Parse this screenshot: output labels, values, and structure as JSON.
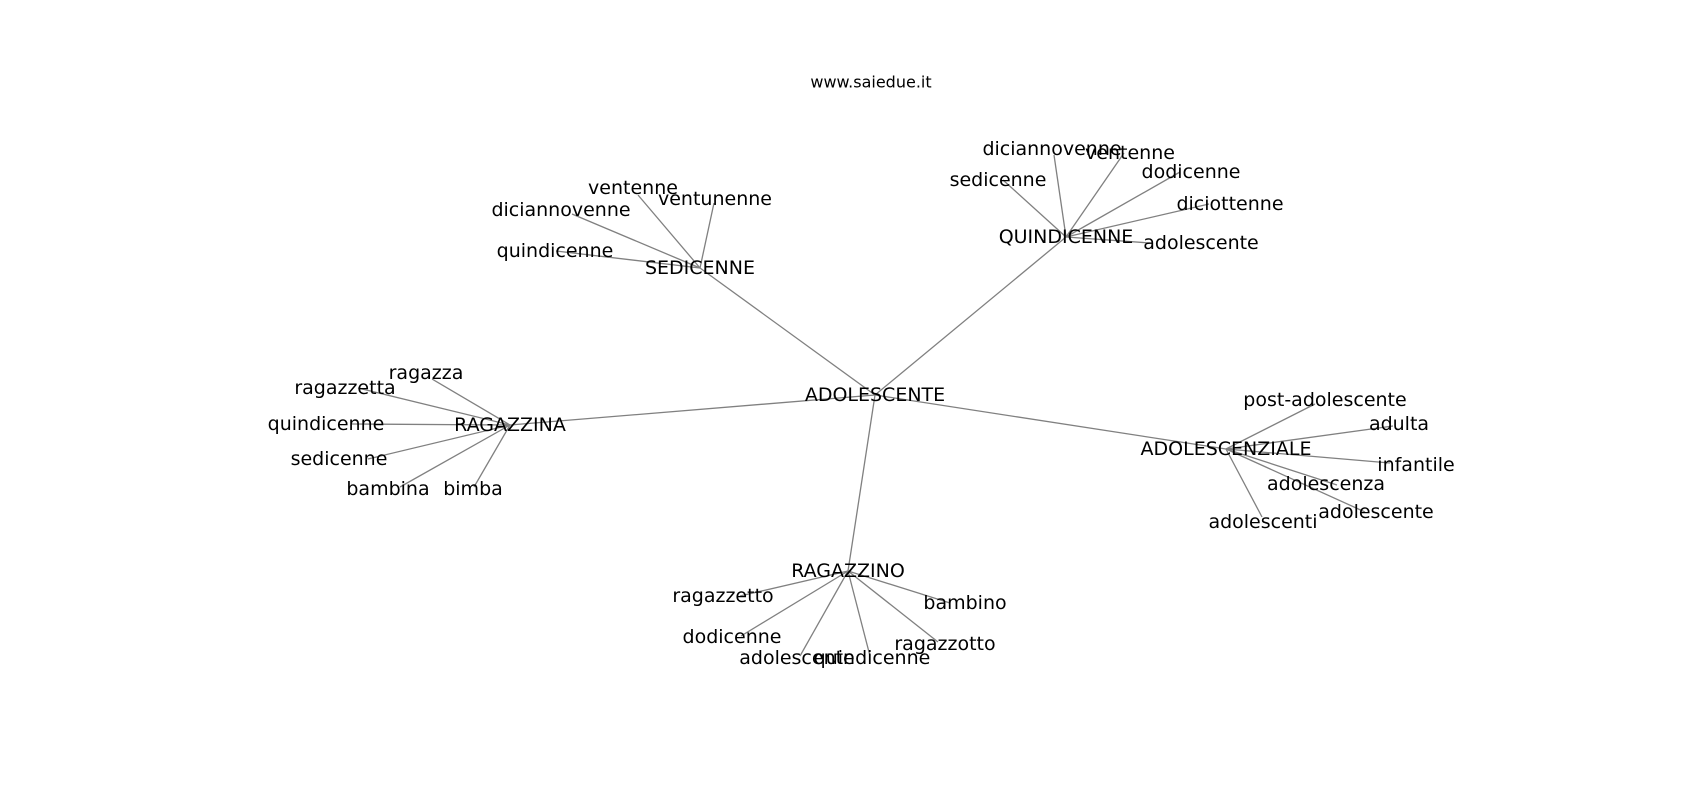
{
  "header": {
    "site": "www.saiedue.it"
  },
  "graph": {
    "center": "ADOLESCENTE",
    "clusters": [
      {
        "hub": "SEDICENNE",
        "leaves": [
          "ventenne",
          "ventunenne",
          "diciannovenne",
          "quindicenne"
        ]
      },
      {
        "hub": "QUINDICENNE",
        "leaves": [
          "diciannovenne",
          "ventenne",
          "dodicenne",
          "sedicenne",
          "diciottenne",
          "adolescente"
        ]
      },
      {
        "hub": "RAGAZZINA",
        "leaves": [
          "ragazza",
          "ragazzetta",
          "quindicenne",
          "sedicenne",
          "bambina",
          "bimba"
        ]
      },
      {
        "hub": "ADOLESCENZIALE",
        "leaves": [
          "post-adolescente",
          "adulta",
          "infantile",
          "adolescenza",
          "adolescente",
          "adolescenti"
        ]
      },
      {
        "hub": "RAGAZZINO",
        "leaves": [
          "ragazzetto",
          "bambino",
          "dodicenne",
          "ragazzotto",
          "adolescente",
          "quindicenne"
        ]
      }
    ]
  }
}
